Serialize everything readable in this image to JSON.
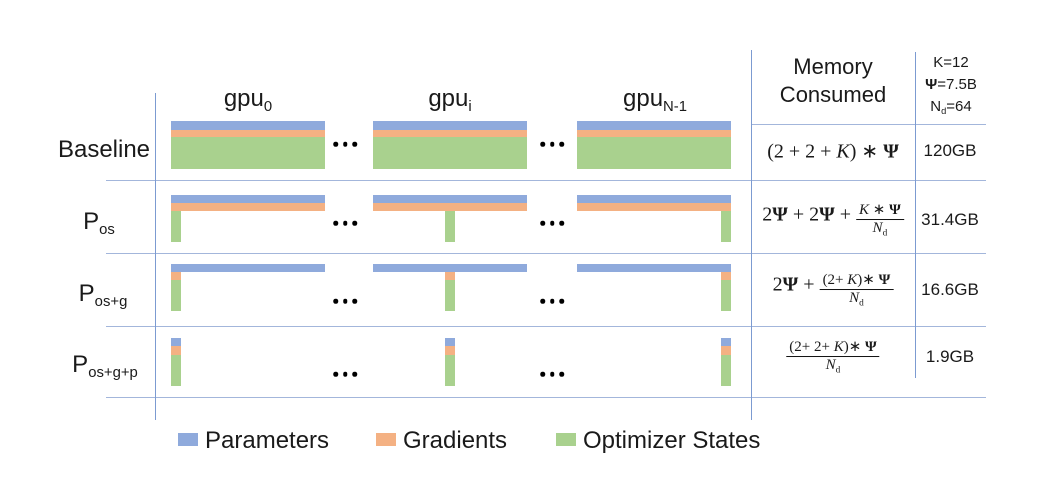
{
  "colors": {
    "parameters": "#8FAADC",
    "gradients": "#F4B183",
    "optimizer_states": "#A9D18E",
    "horizontal_line": "#A3B6DB",
    "vertical_line": "#7C9BD1",
    "text": "#1A1A1A"
  },
  "header": {
    "memory_line1": "Memory",
    "memory_line2": "Consumed"
  },
  "constants": [
    {
      "tokens": [
        [
          "K",
          ""
        ],
        [
          "=12",
          ""
        ]
      ]
    },
    {
      "tokens": [
        [
          "Ψ",
          "b"
        ],
        [
          "=7.5B",
          ""
        ]
      ]
    },
    {
      "tokens": [
        [
          "N",
          ""
        ],
        [
          "d",
          "s"
        ],
        [
          "=64",
          ""
        ]
      ]
    }
  ],
  "gpu_headers": [
    {
      "tokens": [
        [
          "gpu",
          ""
        ],
        [
          "0",
          "s"
        ]
      ]
    },
    {
      "tokens": [
        [
          "gpu",
          ""
        ],
        [
          "i",
          "s"
        ]
      ]
    },
    {
      "tokens": [
        [
          "gpu",
          ""
        ],
        [
          "N-1",
          "s"
        ]
      ]
    }
  ],
  "rows": [
    {
      "label": {
        "tokens": [
          [
            "Baseline",
            ""
          ]
        ]
      },
      "bars": {
        "parameters": "full",
        "gradients": "full",
        "optimizer_states": "full"
      },
      "formula": {
        "pre": [
          [
            "(2 + 2 + ",
            ""
          ],
          [
            "K",
            "i"
          ],
          [
            ") ∗ ",
            ""
          ],
          [
            "Ψ",
            "b"
          ]
        ],
        "frac": null
      },
      "value": "120GB"
    },
    {
      "label": {
        "tokens": [
          [
            "P",
            ""
          ],
          [
            "os",
            "s"
          ]
        ]
      },
      "bars": {
        "parameters": "full",
        "gradients": "full",
        "optimizer_states": "cell"
      },
      "formula": {
        "pre": [
          [
            "2",
            ""
          ],
          [
            "Ψ",
            "b"
          ],
          [
            " + 2",
            ""
          ],
          [
            "Ψ",
            "b"
          ],
          [
            " + ",
            ""
          ]
        ],
        "frac": {
          "num": [
            [
              "K",
              "i"
            ],
            [
              " ∗ ",
              ""
            ],
            [
              "Ψ",
              "b"
            ]
          ],
          "den": [
            [
              "N",
              "i"
            ],
            [
              "d",
              "s"
            ]
          ]
        }
      },
      "value": "31.4GB"
    },
    {
      "label": {
        "tokens": [
          [
            "P",
            ""
          ],
          [
            "os+g",
            "s"
          ]
        ]
      },
      "bars": {
        "parameters": "full",
        "gradients": "cell",
        "optimizer_states": "cell"
      },
      "formula": {
        "pre": [
          [
            "2",
            ""
          ],
          [
            "Ψ",
            "b"
          ],
          [
            " + ",
            ""
          ]
        ],
        "frac": {
          "num": [
            [
              "(2+ ",
              ""
            ],
            [
              "K",
              "i"
            ],
            [
              ")∗ ",
              ""
            ],
            [
              "Ψ",
              "b"
            ]
          ],
          "den": [
            [
              "N",
              "i"
            ],
            [
              "d",
              "s"
            ]
          ]
        }
      },
      "value": "16.6GB"
    },
    {
      "label": {
        "tokens": [
          [
            "P",
            ""
          ],
          [
            "os+g+p",
            "s"
          ]
        ]
      },
      "bars": {
        "parameters": "cell",
        "gradients": "cell",
        "optimizer_states": "cell"
      },
      "formula": {
        "pre": [],
        "frac": {
          "num": [
            [
              "(2+ 2+ ",
              ""
            ],
            [
              "K",
              "i"
            ],
            [
              ")∗ ",
              ""
            ],
            [
              "Ψ",
              "b"
            ]
          ],
          "den": [
            [
              "N",
              "i"
            ],
            [
              "d",
              "s"
            ]
          ]
        }
      },
      "value": "1.9GB"
    }
  ],
  "legend": [
    {
      "label": "Parameters",
      "color_key": "parameters"
    },
    {
      "label": "Gradients",
      "color_key": "gradients"
    },
    {
      "label": "Optimizer States",
      "color_key": "optimizer_states"
    }
  ]
}
